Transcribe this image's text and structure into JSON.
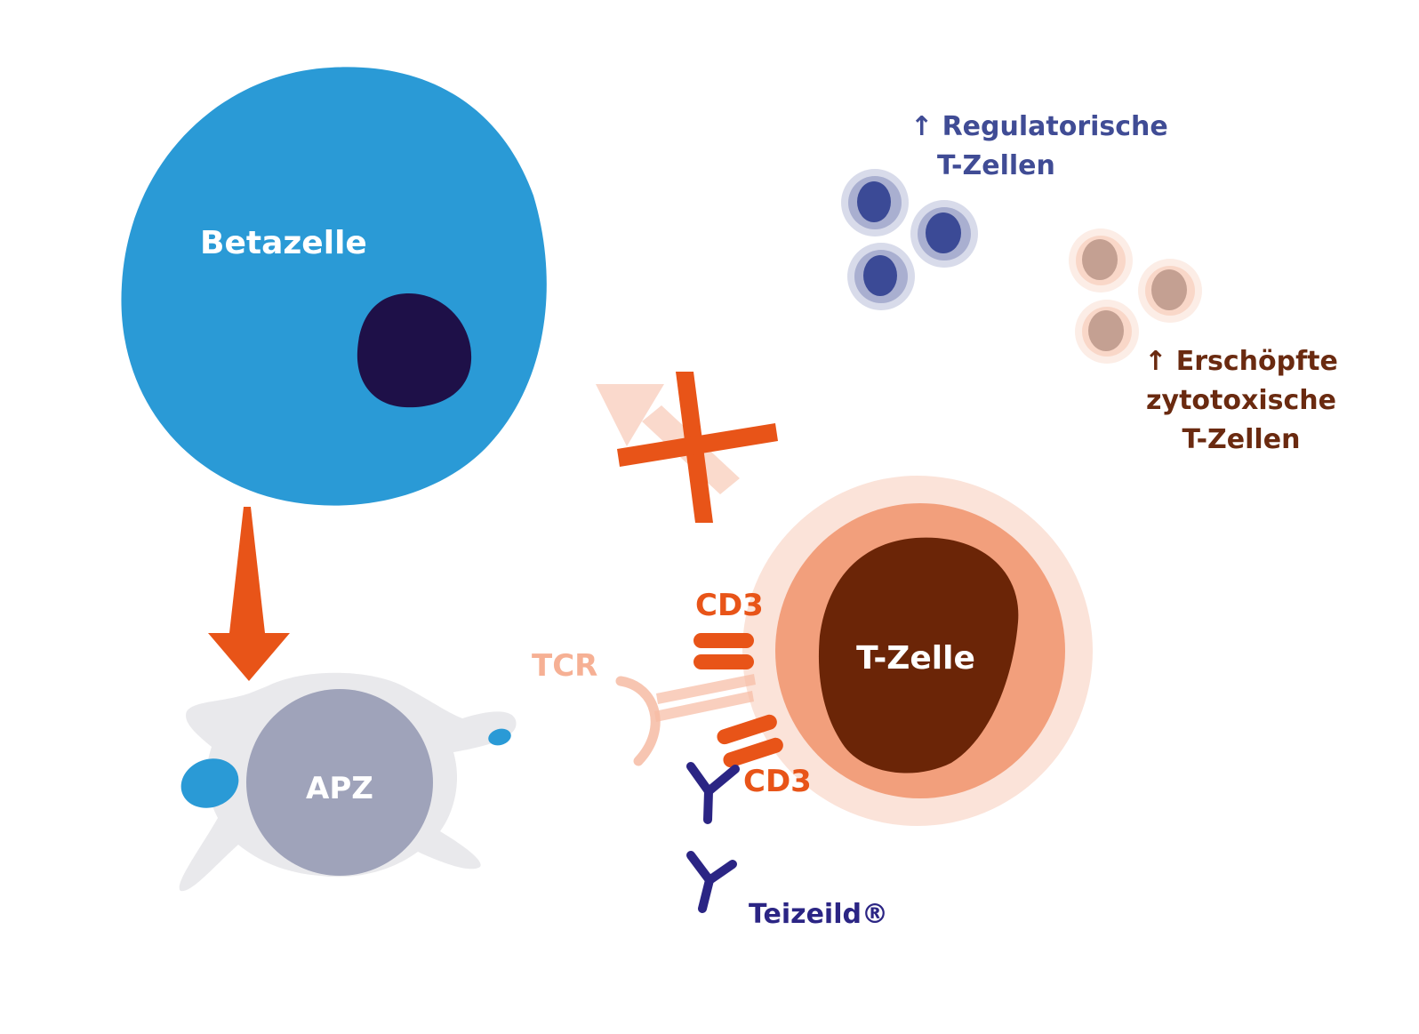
{
  "labels": {
    "beta_cell": "Betazelle",
    "apc": "APZ",
    "t_cell": "T-Zelle",
    "tcr": "TCR",
    "cd3_top": "CD3",
    "cd3_bottom": "CD3",
    "drug": "Teizeild®",
    "regulatory_line1": "↑ Regulatorische",
    "regulatory_line2": "T-Zellen",
    "exhausted_line1": "↑ Erschöpfte",
    "exhausted_line2": "zytotoxische",
    "exhausted_line3": "T-Zellen"
  },
  "colors": {
    "beta_cell": "#2a9ad6",
    "beta_nucleus": "#1e1048",
    "arrow_orange": "#e85418",
    "apc_body": "#9fa3ba",
    "apc_membrane": "#e9e9ec",
    "t_cell_outer": "#fbe3d9",
    "t_cell_mid": "#f29f7c",
    "t_cell_nucleus": "#6b2507",
    "tcr": "#f6bba3",
    "antibody": "#2b2584",
    "regulatory": "#3b4a96",
    "regulatory_text": "#404c95",
    "exhausted": "#c4a092",
    "exhausted_text": "#6a2a10"
  },
  "icons": [
    "block-cross-icon",
    "antibody-icon"
  ]
}
